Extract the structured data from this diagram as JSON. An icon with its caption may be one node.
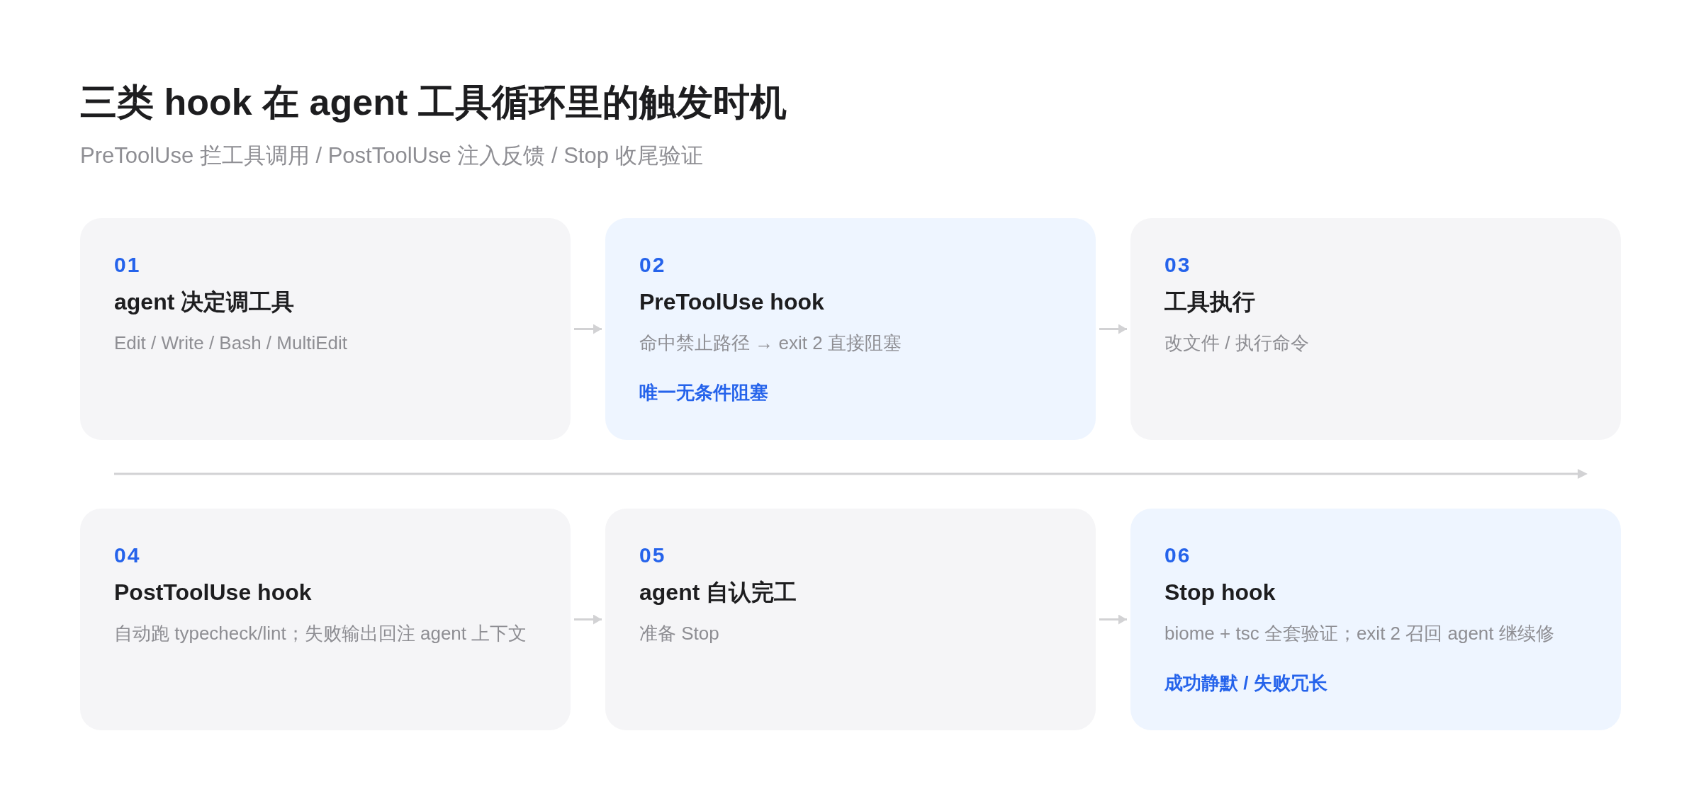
{
  "diagram": {
    "title": "三类 hook 在 agent 工具循环里的触发时机",
    "nodes": [
      {
        "text": [
          "01",
          "agent 决定调工具",
          "Edit / Write / Bash / MultiEdit"
        ]
      },
      {
        "text": [
          "02",
          "PreToolUse hook",
          "命中禁止路径 → exit 2 直接阻塞",
          "唯一无条件阻塞"
        ]
      },
      {
        "text": [
          "03",
          "工具执行",
          "改文件 / 执行命令"
        ]
      },
      {
        "text": [
          "04",
          "PostToolUse hook",
          "自动跑 typecheck/lint；失败输出回注 agent 上下文"
        ]
      },
      {
        "text": [
          "05",
          "agent 自认完工",
          "准备 Stop"
        ]
      },
      {
        "text": [
          "06",
          "Stop hook",
          "biome + tsc 全套验证；exit 2 召回 agent 继续修",
          "成功静默 / 失败冗长"
        ]
      }
    ],
    "edges": [
      {
        "from": 0,
        "to": 1,
        "arrow": "to"
      },
      {
        "from": 1,
        "to": 2,
        "arrow": "to"
      },
      {
        "from": 3,
        "to": 4,
        "arrow": "to"
      },
      {
        "from": 4,
        "to": 5,
        "arrow": "to"
      }
    ],
    "labels": [
      "PreToolUse 拦工具调用 / PostToolUse 注入反馈 / Stop 收尾验证"
    ]
  }
}
